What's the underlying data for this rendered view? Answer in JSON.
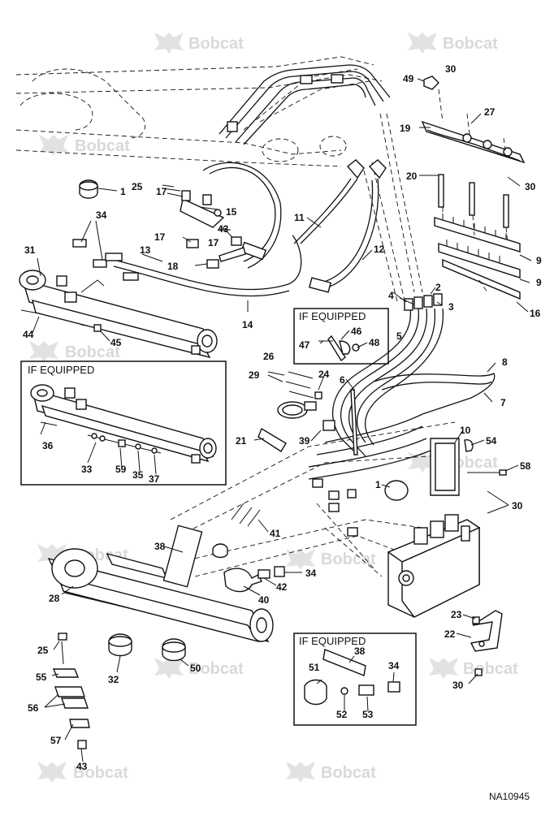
{
  "watermark": {
    "brand": "Bobcat",
    "color": "#d9d9d9"
  },
  "figure_code": "NA10945",
  "if_equipped_label": "IF EQUIPPED",
  "callouts": [
    {
      "id": "c1a",
      "text": "1"
    },
    {
      "id": "c1b",
      "text": "1"
    },
    {
      "id": "c2",
      "text": "2"
    },
    {
      "id": "c3",
      "text": "3"
    },
    {
      "id": "c4",
      "text": "4"
    },
    {
      "id": "c5",
      "text": "5"
    },
    {
      "id": "c6",
      "text": "6"
    },
    {
      "id": "c7",
      "text": "7"
    },
    {
      "id": "c8",
      "text": "8"
    },
    {
      "id": "c9a",
      "text": "9"
    },
    {
      "id": "c9b",
      "text": "9"
    },
    {
      "id": "c10",
      "text": "10"
    },
    {
      "id": "c11",
      "text": "11"
    },
    {
      "id": "c12",
      "text": "12"
    },
    {
      "id": "c13",
      "text": "13"
    },
    {
      "id": "c14",
      "text": "14"
    },
    {
      "id": "c15",
      "text": "15"
    },
    {
      "id": "c16",
      "text": "16"
    },
    {
      "id": "c17a",
      "text": "17"
    },
    {
      "id": "c17b",
      "text": "17"
    },
    {
      "id": "c17c",
      "text": "17"
    },
    {
      "id": "c18",
      "text": "18"
    },
    {
      "id": "c19",
      "text": "19"
    },
    {
      "id": "c20",
      "text": "20"
    },
    {
      "id": "c21",
      "text": "21"
    },
    {
      "id": "c22",
      "text": "22"
    },
    {
      "id": "c23",
      "text": "23"
    },
    {
      "id": "c24",
      "text": "24"
    },
    {
      "id": "c25a",
      "text": "25"
    },
    {
      "id": "c25b",
      "text": "25"
    },
    {
      "id": "c26",
      "text": "26"
    },
    {
      "id": "c27",
      "text": "27"
    },
    {
      "id": "c28",
      "text": "28"
    },
    {
      "id": "c29",
      "text": "29"
    },
    {
      "id": "c30a",
      "text": "30"
    },
    {
      "id": "c30b",
      "text": "30"
    },
    {
      "id": "c30c",
      "text": "30"
    },
    {
      "id": "c30d",
      "text": "30"
    },
    {
      "id": "c31",
      "text": "31"
    },
    {
      "id": "c32",
      "text": "32"
    },
    {
      "id": "c33",
      "text": "33"
    },
    {
      "id": "c34a",
      "text": "34"
    },
    {
      "id": "c34b",
      "text": "34"
    },
    {
      "id": "c34c",
      "text": "34"
    },
    {
      "id": "c35",
      "text": "35"
    },
    {
      "id": "c36",
      "text": "36"
    },
    {
      "id": "c37",
      "text": "37"
    },
    {
      "id": "c38a",
      "text": "38"
    },
    {
      "id": "c38b",
      "text": "38"
    },
    {
      "id": "c39",
      "text": "39"
    },
    {
      "id": "c40",
      "text": "40"
    },
    {
      "id": "c41",
      "text": "41"
    },
    {
      "id": "c42",
      "text": "42"
    },
    {
      "id": "c43a",
      "text": "43"
    },
    {
      "id": "c43b",
      "text": "43"
    },
    {
      "id": "c44",
      "text": "44"
    },
    {
      "id": "c45",
      "text": "45"
    },
    {
      "id": "c46",
      "text": "46"
    },
    {
      "id": "c47",
      "text": "47"
    },
    {
      "id": "c48",
      "text": "48"
    },
    {
      "id": "c49",
      "text": "49"
    },
    {
      "id": "c50",
      "text": "50"
    },
    {
      "id": "c51",
      "text": "51"
    },
    {
      "id": "c52",
      "text": "52"
    },
    {
      "id": "c53",
      "text": "53"
    },
    {
      "id": "c54",
      "text": "54"
    },
    {
      "id": "c55",
      "text": "55"
    },
    {
      "id": "c56",
      "text": "56"
    },
    {
      "id": "c57",
      "text": "57"
    },
    {
      "id": "c58",
      "text": "58"
    },
    {
      "id": "c59",
      "text": "59"
    }
  ]
}
